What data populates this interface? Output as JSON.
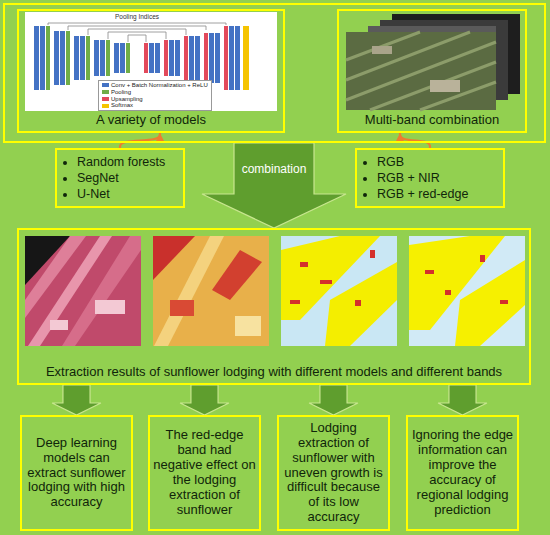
{
  "diagram": {
    "nodes": [
      {
        "text": []
      },
      {
        "text": [
          "A variety of models"
        ],
        "in": 0
      },
      {
        "text": [
          "Multi-band combination"
        ],
        "in": 0
      },
      {
        "text": [
          "Random forests",
          "SegNet",
          "U-Net"
        ]
      },
      {
        "text": [
          "RGB",
          "RGB + NIR",
          "RGB + red-edge"
        ]
      },
      {
        "text": [
          "Extraction results of sunflower lodging with different models and different bands"
        ]
      },
      {
        "text": [
          "Deep learning models can extract sunflower lodging with high accuracy"
        ]
      },
      {
        "text": [
          "The red-edge band had negative effect on the lodging extraction of sunflower"
        ]
      },
      {
        "text": [
          "Lodging extraction of sunflower with uneven growth is difficult because of its low accuracy"
        ]
      },
      {
        "text": [
          "Ignoring the edge information can improve the accuracy of regional lodging prediction"
        ]
      }
    ],
    "edges": [
      {
        "from": 3,
        "to": 1,
        "arrow": "to"
      },
      {
        "from": 4,
        "to": 2,
        "arrow": "to"
      },
      {
        "from": 0,
        "to": 5,
        "label": "combination",
        "arrow": "to"
      },
      {
        "from": 5,
        "to": 6,
        "arrow": "to"
      },
      {
        "from": 5,
        "to": 7,
        "arrow": "to"
      },
      {
        "from": 5,
        "to": 8,
        "arrow": "to"
      },
      {
        "from": 5,
        "to": 9,
        "arrow": "to"
      }
    ],
    "labels": [
      "Pooling Indices"
    ],
    "legend": [
      {
        "text": "Conv + Batch Normalization + ReLU",
        "color": "#4472c4"
      },
      {
        "text": "Pooling",
        "color": "#70ad47"
      },
      {
        "text": "Upsampling",
        "color": "#e2495b"
      },
      {
        "text": "Softmax",
        "color": "#f5c400"
      }
    ]
  }
}
